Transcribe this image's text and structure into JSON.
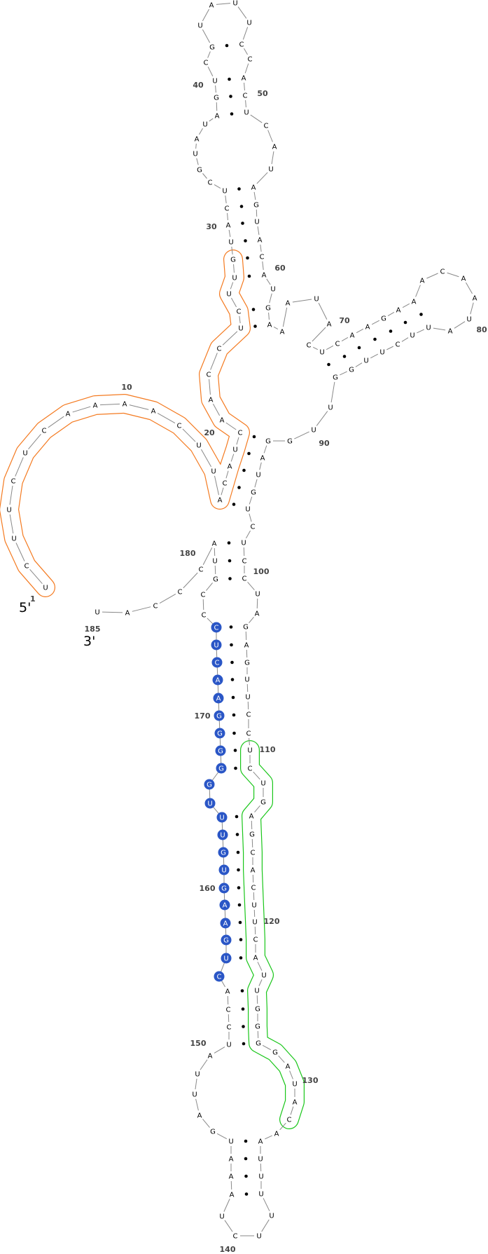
{
  "title": "RNA secondary structure",
  "sequence": [
    "U",
    "C",
    "U",
    "U",
    "C",
    "U",
    "C",
    "A",
    "A",
    "A",
    "A",
    "C",
    "U",
    "U",
    "A",
    "C",
    "A",
    "U",
    "C",
    "A",
    "A",
    "C",
    "C",
    "U",
    "C",
    "U",
    "U",
    "G",
    "U",
    "A",
    "C",
    "U",
    "C",
    "G",
    "U",
    "A",
    "U",
    "A",
    "G",
    "U",
    "C",
    "G",
    "U",
    "A",
    "U",
    "U",
    "C",
    "C",
    "A",
    "C",
    "U",
    "C",
    "A",
    "U",
    "A",
    "G",
    "U",
    "A",
    "C",
    "A",
    "U",
    "G",
    "A",
    "A",
    "A",
    "U",
    "A",
    "C",
    "U",
    "C",
    "A",
    "A",
    "G",
    "A",
    "A",
    "A",
    "C",
    "A",
    "A",
    "U",
    "A",
    "U",
    "U",
    "C",
    "U",
    "U",
    "G",
    "G",
    "U",
    "U",
    "G",
    "G",
    "A",
    "U",
    "G",
    "U",
    "C",
    "U",
    "C",
    "C",
    "U",
    "A",
    "G",
    "A",
    "G",
    "U",
    "U",
    "C",
    "C",
    "U",
    "C",
    "U",
    "G",
    "A",
    "G",
    "C",
    "A",
    "C",
    "U",
    "U",
    "C",
    "A",
    "U",
    "U",
    "G",
    "G",
    "G",
    "G",
    "A",
    "U",
    "A",
    "C",
    "A",
    "A",
    "U",
    "U",
    "U",
    "U",
    "U",
    "C",
    "U",
    "A",
    "A",
    "A",
    "U",
    "G",
    "A",
    "U",
    "U",
    "A",
    "U",
    "C",
    "C",
    "A",
    "C",
    "U",
    "G",
    "A",
    "A",
    "G",
    "U",
    "G",
    "U",
    "U",
    "U",
    "G",
    "G",
    "G",
    "G",
    "G",
    "A",
    "A",
    "C",
    "U",
    "C",
    "C",
    "C",
    "G",
    "U",
    "A",
    "C",
    "C",
    "C",
    "A",
    "U"
  ],
  "base_pairs": [
    [
      15,
      96
    ],
    [
      16,
      95
    ],
    [
      17,
      94
    ],
    [
      18,
      93
    ],
    [
      19,
      92
    ],
    [
      24,
      63
    ],
    [
      25,
      62
    ],
    [
      27,
      60
    ],
    [
      28,
      59
    ],
    [
      29,
      58
    ],
    [
      30,
      57
    ],
    [
      31,
      56
    ],
    [
      32,
      55
    ],
    [
      38,
      51
    ],
    [
      39,
      50
    ],
    [
      40,
      49
    ],
    [
      42,
      47
    ],
    [
      69,
      88
    ],
    [
      70,
      87
    ],
    [
      71,
      86
    ],
    [
      72,
      85
    ],
    [
      73,
      84
    ],
    [
      74,
      83
    ],
    [
      75,
      82
    ],
    [
      178,
      100
    ],
    [
      179,
      99
    ],
    [
      180,
      98
    ],
    [
      175,
      103
    ],
    [
      174,
      104
    ],
    [
      173,
      105
    ],
    [
      172,
      106
    ],
    [
      171,
      107
    ],
    [
      170,
      108
    ],
    [
      169,
      109
    ],
    [
      168,
      110
    ],
    [
      167,
      111
    ],
    [
      164,
      114
    ],
    [
      163,
      115
    ],
    [
      162,
      116
    ],
    [
      161,
      117
    ],
    [
      160,
      118
    ],
    [
      159,
      119
    ],
    [
      158,
      120
    ],
    [
      157,
      121
    ],
    [
      156,
      122
    ],
    [
      154,
      124
    ],
    [
      153,
      125
    ],
    [
      152,
      126
    ],
    [
      151,
      127
    ],
    [
      145,
      134
    ],
    [
      144,
      135
    ],
    [
      143,
      136
    ],
    [
      142,
      137
    ]
  ],
  "position_labels": [
    "1",
    "10",
    "20",
    "30",
    "40",
    "50",
    "60",
    "70",
    "80",
    "90",
    "100",
    "110",
    "120",
    "130",
    "140",
    "150",
    "160",
    "170",
    "180",
    "185"
  ],
  "five_prime": "5'",
  "three_prime": "3'",
  "highlights": [
    {
      "name": "orange-region",
      "from": 1,
      "to": 28,
      "color": "#f47a20",
      "style": "outline"
    },
    {
      "name": "green-region",
      "from": 110,
      "to": 132,
      "color": "#19c619",
      "style": "outline"
    },
    {
      "name": "blue-region",
      "from": 155,
      "to": 175,
      "color": "#2a56c6",
      "style": "filled"
    }
  ]
}
